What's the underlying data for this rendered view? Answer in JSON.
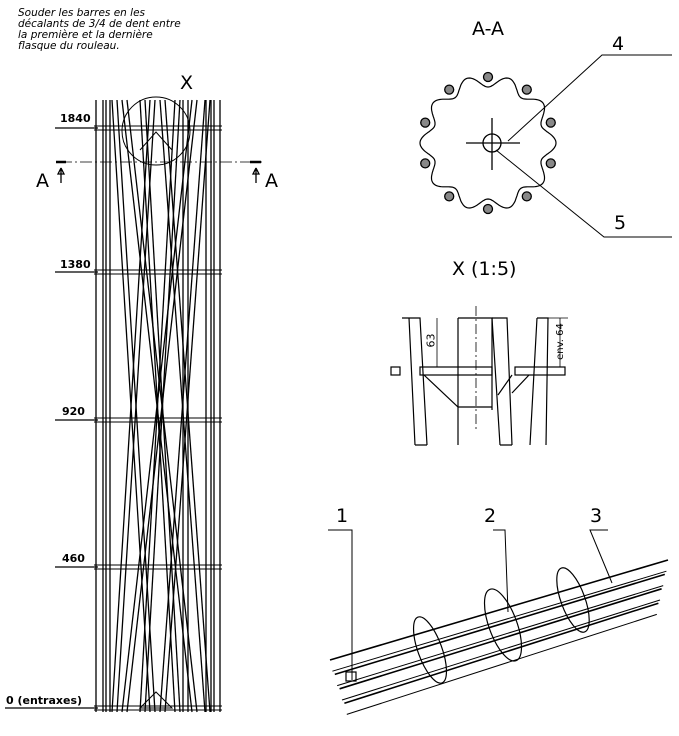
{
  "note": "Souder les barres en les\ndécalants de 3/4 de dent entre\nla première et la dernière\nflasque du rouleau.",
  "elevation": {
    "heights": [
      "1840",
      "1380",
      "920",
      "460",
      "0 (entraxes)"
    ],
    "detail_marker": "X",
    "section_left": "A",
    "section_right": "A"
  },
  "section": {
    "title": "A-A",
    "callouts": [
      "4",
      "5"
    ]
  },
  "detail": {
    "title": "X (1:5)",
    "dim_63": "63",
    "dim_env": "env. 64"
  },
  "isometric": {
    "callouts": [
      "1",
      "2",
      "3"
    ]
  }
}
